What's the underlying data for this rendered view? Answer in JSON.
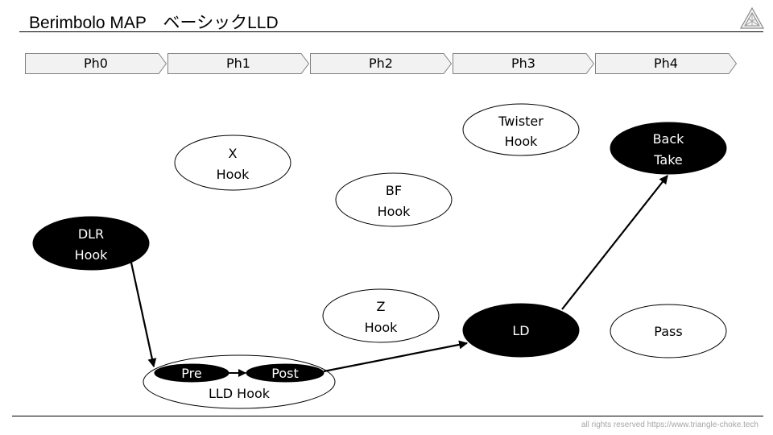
{
  "header": {
    "title": "Berimbolo MAP　ベーシックLLD",
    "logo_icon": "triangle-choke-logo-icon"
  },
  "phases": [
    "Ph0",
    "Ph1",
    "Ph2",
    "Ph3",
    "Ph4"
  ],
  "nodes": {
    "x_hook": [
      "X",
      "Hook"
    ],
    "bf_hook": [
      "BF",
      "Hook"
    ],
    "twister_hook": [
      "Twister",
      "Hook"
    ],
    "back_take": [
      "Back",
      "Take"
    ],
    "dlr_hook": [
      "DLR",
      "Hook"
    ],
    "z_hook": [
      "Z",
      "Hook"
    ],
    "ld": "LD",
    "pass": "Pass",
    "lld_hook": "LLD Hook",
    "pre": "Pre",
    "post": "Post"
  },
  "colors": {
    "filled_node": "#000000",
    "outline_node": "#ffffff",
    "phase_fill": "#f2f2f2",
    "footer_text": "#a6a6a6"
  },
  "footer": "all rights reserved https://www.triangle-choke.tech"
}
